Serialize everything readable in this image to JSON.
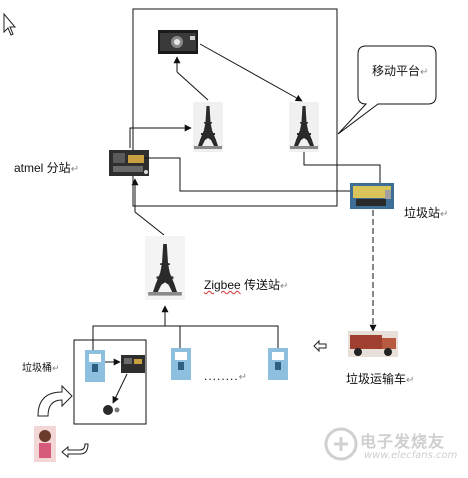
{
  "labels": {
    "mobile_platform": "移动平台",
    "atmel_station": "atmel 分站",
    "garbage_station": "垃圾站",
    "zigbee_name": "Zigbee",
    "zigbee_suffix": " 传送站",
    "garbage_bin": "垃圾桶",
    "garbage_truck": "垃圾运输车",
    "ellipsis": "........"
  },
  "paragraph_mark": "↵",
  "watermark": {
    "text": "电子发烧友",
    "url": "www.elecfans.com"
  },
  "colors": {
    "line": "#111111",
    "node_blue": "#7ab3d6",
    "tower": "#2a2a2a"
  },
  "icons": [
    "cursor-arrow-icon",
    "camera-module-icon",
    "eiffel-tower-icon",
    "circuit-board-icon",
    "sensor-node-icon",
    "bulldozer-icon",
    "garbage-truck-icon",
    "speaker-icon",
    "person-photo-icon",
    "curved-arrow-icon"
  ]
}
